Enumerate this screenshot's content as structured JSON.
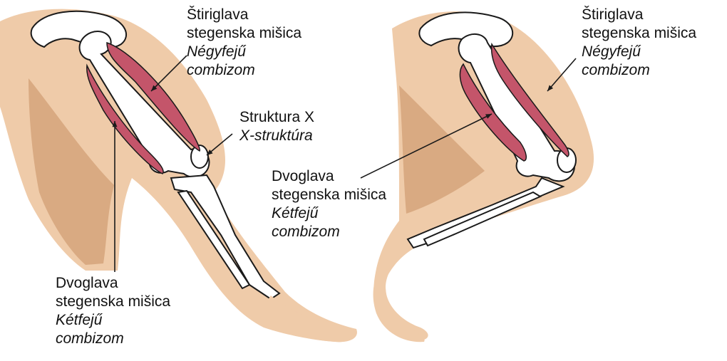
{
  "colors": {
    "skin": "#efcba9",
    "skin_shadow": "#d9aa82",
    "bone": "#ffffff",
    "outline": "#1a1a1a",
    "muscle": "#c4556a",
    "muscle_light": "#e58f9d"
  },
  "labels": {
    "left_quadriceps": {
      "line1": "Štiriglava",
      "line2": "stegenska mišica",
      "it1": "Négyfejű",
      "it2": "combizom"
    },
    "structure_x": {
      "line1": "Struktura X",
      "it1": "X-struktúra"
    },
    "left_hamstring": {
      "line1": "Dvoglava",
      "line2": "stegenska mišica",
      "it1": "Kétfejű",
      "it2": "combizom"
    },
    "right_quadriceps": {
      "line1": "Štiriglava",
      "line2": "stegenska mišica",
      "it1": "Négyfejű",
      "it2": "combizom"
    },
    "right_hamstring": {
      "line1": "Dvoglava",
      "line2": "stegenska mišica",
      "it1": "Kétfejű",
      "it2": "combizom"
    }
  }
}
